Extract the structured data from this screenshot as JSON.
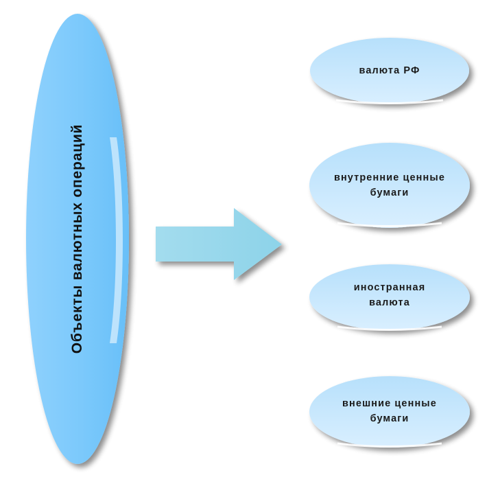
{
  "diagram": {
    "main": {
      "label": "Объекты валютных операций"
    },
    "arrow": {
      "icon": "right-arrow"
    },
    "items": [
      {
        "lines": [
          "валюта РФ"
        ]
      },
      {
        "lines": [
          "внутренние ценные",
          "бумаги"
        ]
      },
      {
        "lines": [
          "иностранная",
          "валюта"
        ]
      },
      {
        "lines": [
          "внешние ценные",
          "бумаги"
        ]
      }
    ],
    "colors": {
      "ellipse_light": "#cdeaff",
      "ellipse_dark": "#6fc4fb",
      "arrow_fill": "#9ad9ec",
      "text": "#1a1a1a"
    }
  }
}
